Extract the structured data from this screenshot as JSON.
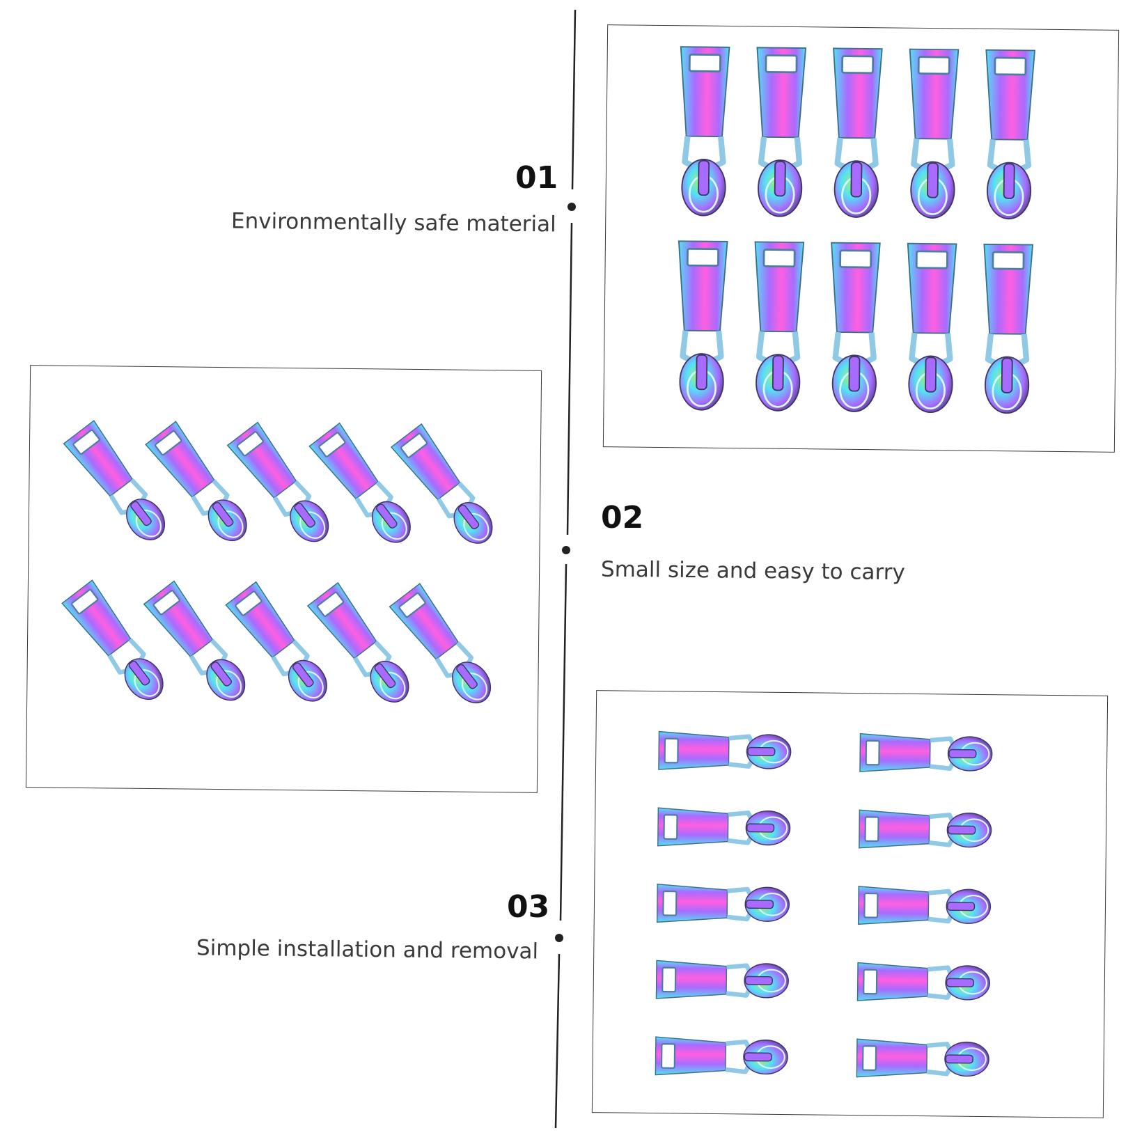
{
  "features": [
    {
      "number": "01",
      "caption": "Environmentally safe material"
    },
    {
      "number": "02",
      "caption": "Small size and easy to carry"
    },
    {
      "number": "03",
      "caption": "Simple installation and removal"
    }
  ],
  "photos": {
    "vertical_grid": {
      "rows": 2,
      "columns": 5,
      "count": 10
    },
    "tilted_grid": {
      "rows": 2,
      "columns": 5,
      "count": 10
    },
    "horizontal_grid": {
      "rows": 5,
      "columns": 2,
      "count": 10
    }
  },
  "colors": {
    "pull_pink": "#ff5fe0",
    "pull_violet": "#a86bff",
    "pull_cyan": "#55e0f5",
    "pull_green": "#9ef07a",
    "frame_border": "#3a3a3a",
    "line": "#222222"
  },
  "icons": [
    "zipper-pull-icon"
  ]
}
